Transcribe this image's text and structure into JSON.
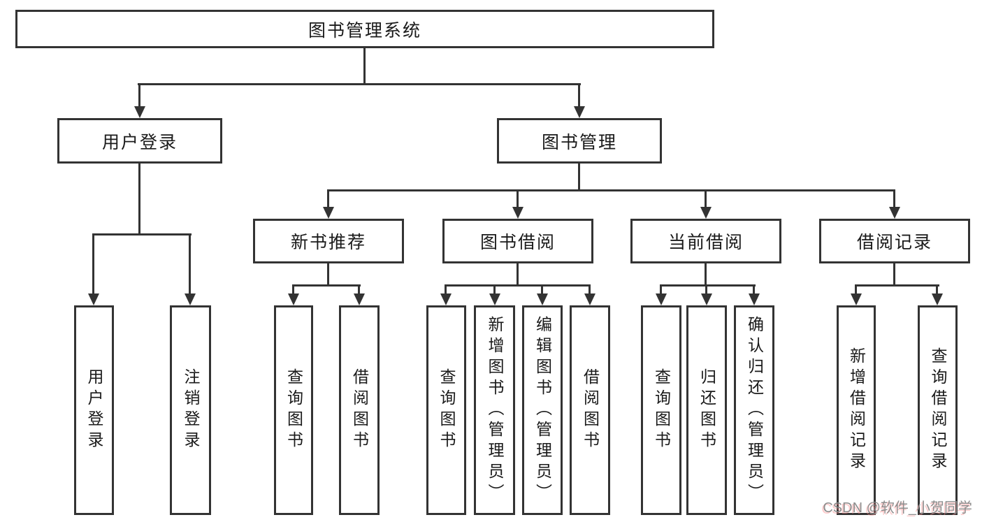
{
  "diagram": {
    "root": {
      "label": "图书管理系统"
    },
    "level2": {
      "user_login": {
        "label": "用户登录"
      },
      "book_mgmt": {
        "label": "图书管理"
      }
    },
    "level3": {
      "new_books": {
        "label": "新书推荐"
      },
      "book_borrow": {
        "label": "图书借阅"
      },
      "current_borrow": {
        "label": "当前借阅"
      },
      "borrow_records": {
        "label": "借阅记录"
      }
    },
    "leaves": {
      "user_login": {
        "label": "用户登录"
      },
      "logout": {
        "label": "注销登录"
      },
      "nb_query": {
        "label": "查询图书"
      },
      "nb_borrow": {
        "label": "借阅图书"
      },
      "bb_query": {
        "label": "查询图书"
      },
      "bb_add": {
        "label": "新增图书（管理员）"
      },
      "bb_edit": {
        "label": "编辑图书（管理员）"
      },
      "bb_borrow": {
        "label": "借阅图书"
      },
      "cb_query": {
        "label": "查询图书"
      },
      "cb_return": {
        "label": "归还图书"
      },
      "cb_confirm": {
        "label": "确认归还（管理员）"
      },
      "br_add": {
        "label": "新增借阅记录"
      },
      "br_query": {
        "label": "查询借阅记录"
      }
    }
  },
  "watermark": {
    "text": "CSDN @软件_小贺同学"
  },
  "colors": {
    "line": "#333333",
    "text": "#1a1a1a",
    "background": "#ffffff",
    "watermark": "#8d8d8d"
  }
}
